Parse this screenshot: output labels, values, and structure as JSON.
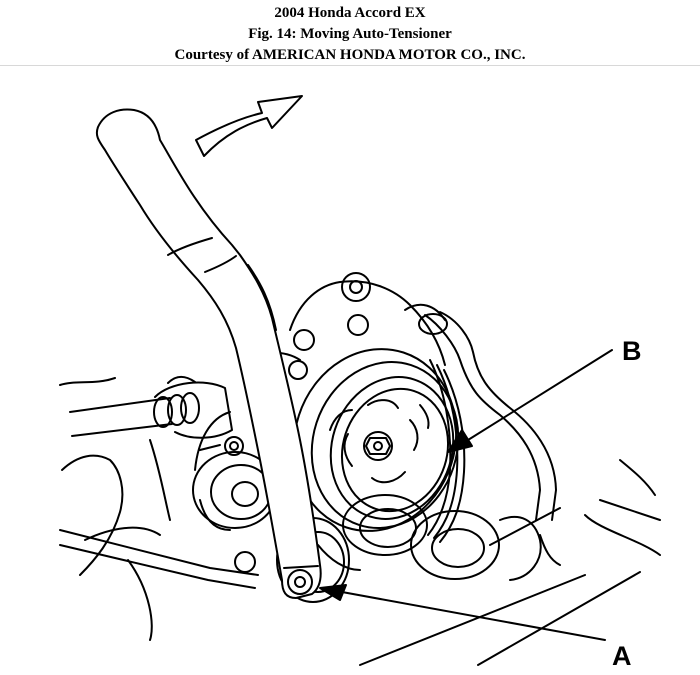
{
  "header": {
    "title": "2004 Honda Accord EX",
    "figure": "Fig. 14: Moving Auto-Tensioner",
    "courtesy": "Courtesy of AMERICAN HONDA MOTOR CO., INC."
  },
  "diagram": {
    "callout_a": "A",
    "callout_b": "B",
    "line_color": "#000000"
  }
}
